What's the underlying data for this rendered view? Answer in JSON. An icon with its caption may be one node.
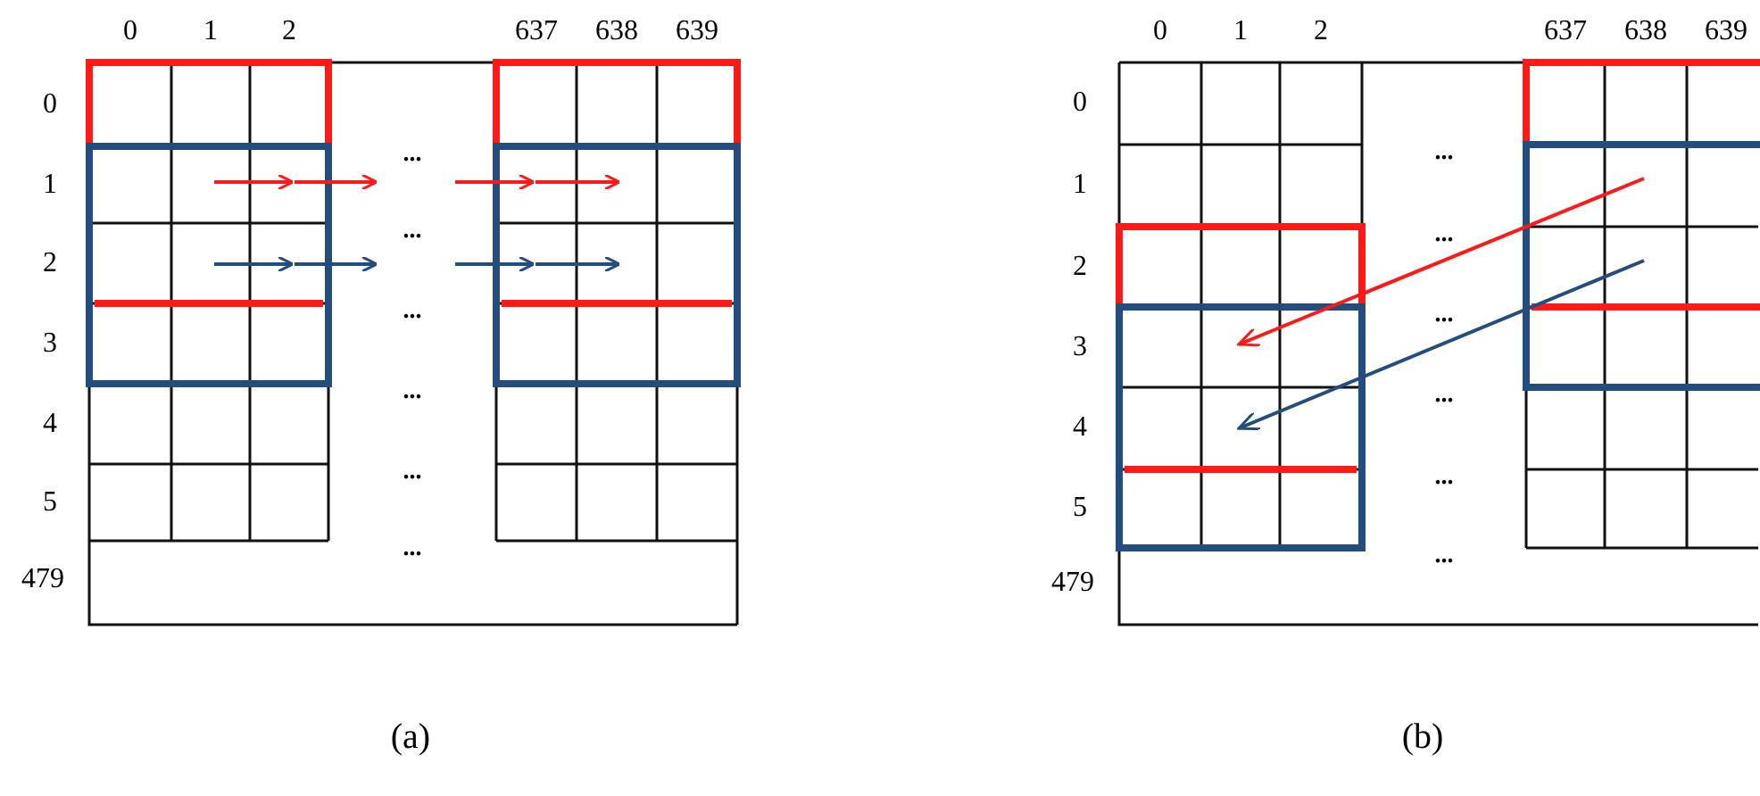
{
  "diagram": {
    "labels": [
      "0",
      "1",
      "2",
      "637",
      "638",
      "639",
      "0",
      "...",
      "1",
      "...",
      "2",
      "...",
      "3",
      "...",
      "4",
      "...",
      "5",
      "...",
      "479",
      "(a)",
      "0",
      "1",
      "2",
      "637",
      "638",
      "639",
      "0",
      "...",
      "1",
      "...",
      "2",
      "...",
      "3",
      "...",
      "4",
      "...",
      "5",
      "...",
      "479",
      "(b)"
    ]
  }
}
